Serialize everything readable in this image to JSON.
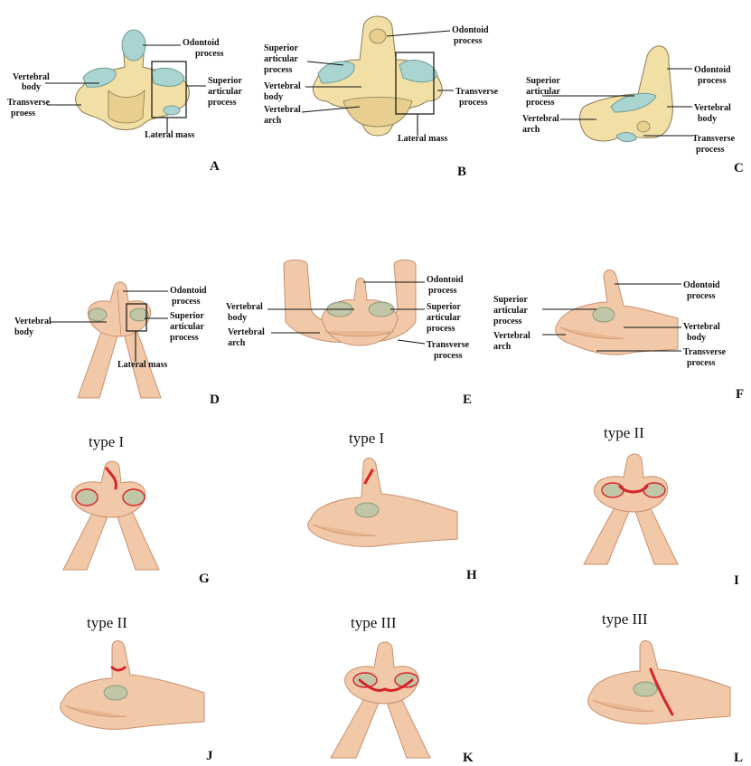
{
  "panels": {
    "A": {
      "letter": "A",
      "labels": {
        "odontoid": "Odontoid",
        "odontoid2": "process",
        "vbody": "Vertebral",
        "vbody2": "body",
        "sup": "Superior",
        "sup2": "articular",
        "sup3": "process",
        "trans": "Transverse",
        "trans2": "proess",
        "lat": "Lateral mass"
      }
    },
    "B": {
      "letter": "B",
      "labels": {
        "odontoid": "Odontoid",
        "odontoid2": "process",
        "sup": "Superior",
        "sup2": "articular",
        "sup3": "process",
        "vbody": "Vertebral",
        "vbody2": "body",
        "arch": "Vertebral",
        "arch2": "arch",
        "trans": "Transverse",
        "trans2": "process",
        "lat": "Lateral mass"
      }
    },
    "C": {
      "letter": "C",
      "labels": {
        "sup": "Superior",
        "sup2": "articular",
        "sup3": "process",
        "odontoid": "Odontoid",
        "odontoid2": "process",
        "arch": "Vertebral",
        "arch2": "arch",
        "vbody": "Vertebral",
        "vbody2": "body",
        "trans": "Transverse",
        "trans2": "process"
      }
    },
    "D": {
      "letter": "D",
      "labels": {
        "odontoid": "Odontoid",
        "odontoid2": "process",
        "vbody": "Vertebral",
        "vbody2": "body",
        "sup": "Superior",
        "sup2": "articular",
        "sup3": "process",
        "lat": "Lateral mass"
      }
    },
    "E": {
      "letter": "E",
      "labels": {
        "vbody": "Vertebral",
        "vbody2": "body",
        "arch": "Vertebral",
        "arch2": "arch",
        "odontoid": "Odontoid",
        "odontoid2": "process",
        "sup": "Superior",
        "sup2": "articular",
        "sup3": "process",
        "trans": "Transverse",
        "trans2": "process"
      }
    },
    "F": {
      "letter": "F",
      "labels": {
        "odontoid": "Odontoid",
        "odontoid2": "process",
        "sup": "Superior",
        "sup2": "articular",
        "sup3": "process",
        "arch": "Vertebral",
        "arch2": "arch",
        "vbody": "Vertebral",
        "vbody2": "body",
        "trans": "Transverse",
        "trans2": "process"
      }
    },
    "G": {
      "letter": "G",
      "type": "type I"
    },
    "H": {
      "letter": "H",
      "type": "type I"
    },
    "I": {
      "letter": "I",
      "type": "type II"
    },
    "J": {
      "letter": "J",
      "type": "type II"
    },
    "K": {
      "letter": "K",
      "type": "type III"
    },
    "L": {
      "letter": "L",
      "type": "type III"
    }
  }
}
